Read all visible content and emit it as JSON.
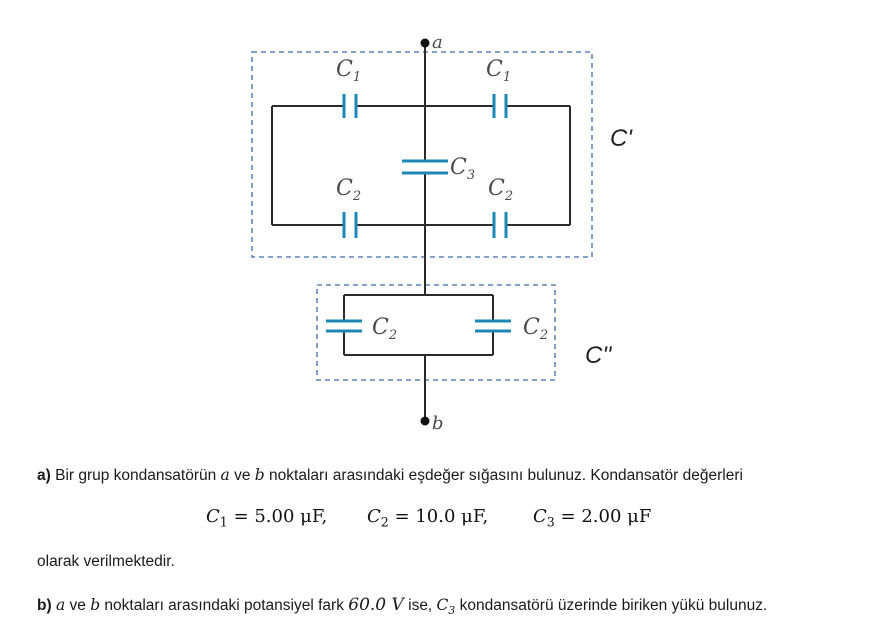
{
  "diagram": {
    "node_a": "a",
    "node_b": "b",
    "c1": "C",
    "c1_sub": "1",
    "c2": "C",
    "c2_sub": "2",
    "c3": "C",
    "c3_sub": "3",
    "group_upper": "C'",
    "group_lower": "C''",
    "colors": {
      "plate": "#1d87b5",
      "wire": "#2b2b2b",
      "dashed_box": "#3d6aa6"
    }
  },
  "question_a": {
    "label": "a)",
    "text_before": " Bir grup kondansatörün ",
    "var_a": "a",
    "mid": " ve ",
    "var_b": "b",
    "text_after": " noktaları arasındaki eşdeğer sığasını bulunuz. Kondansatör değerleri",
    "values": [
      {
        "sym": "C",
        "sub": "1",
        "rest": " = 5.00 μF,"
      },
      {
        "sym": "C",
        "sub": "2",
        "rest": " = 10.0 μF,"
      },
      {
        "sym": "C",
        "sub": "3",
        "rest": " = 2.00 μF"
      }
    ],
    "closing": "olarak verilmektedir."
  },
  "question_b": {
    "label": "b)",
    "var_a": "a",
    "mid1": " ve ",
    "var_b": "b",
    "mid2": " noktaları arasındaki potansiyel fark ",
    "voltage": "60.0 V",
    "mid3": " ise, ",
    "cap": "C",
    "cap_sub": "3",
    "text_after": " kondansatörü üzerinde biriken yükü bulunuz."
  }
}
